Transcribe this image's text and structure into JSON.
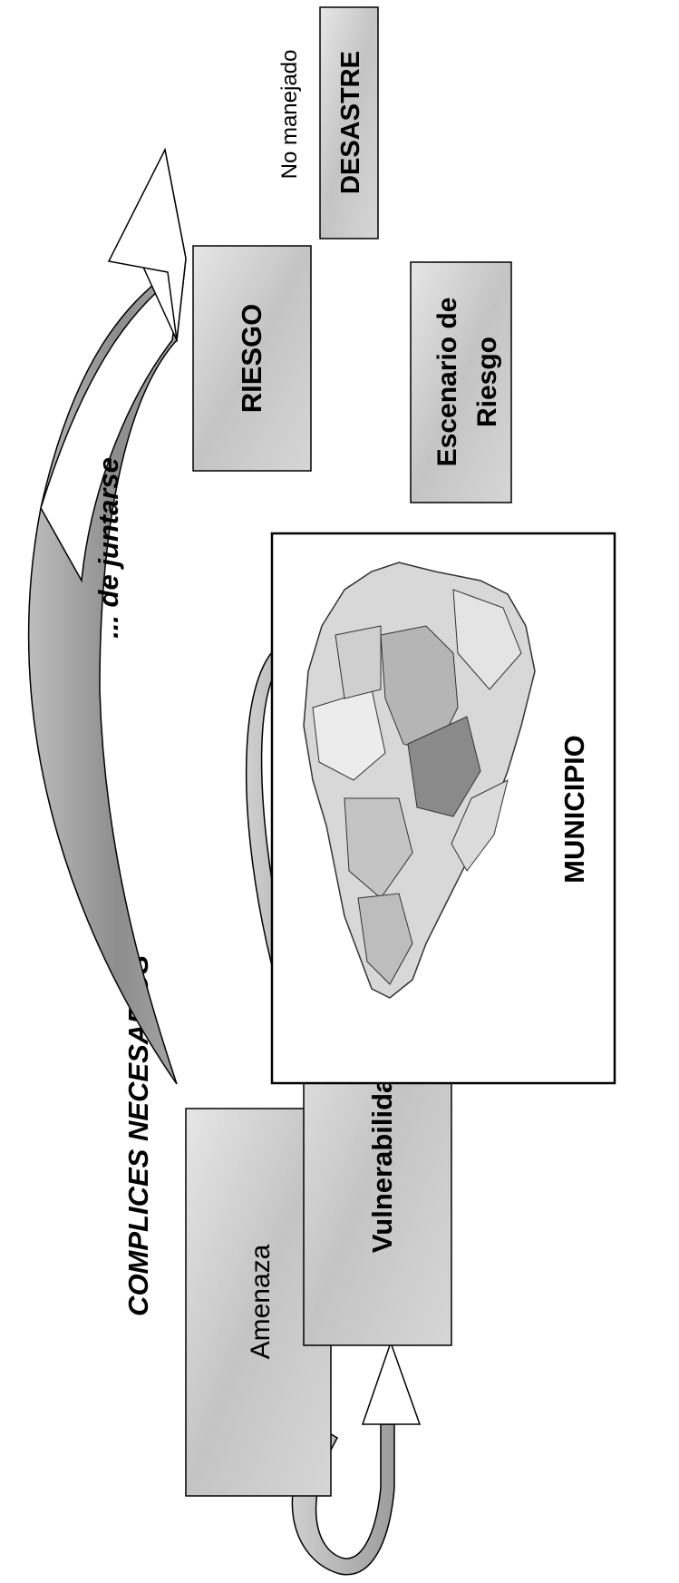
{
  "diagram": {
    "heading": "COMPLICES NECESARIOS",
    "boxes": {
      "amenaza": "Amenaza",
      "vulnerabilidad": "Vulnerabilidad",
      "riesgo": "RIESGO",
      "escenario_line1": "Escenario de",
      "escenario_line2": "Riesgo",
      "desastre": "DESASTRE",
      "municipio": "MUNICIPIO"
    },
    "arrow_label": "... de juntarse",
    "note": "No manejado"
  }
}
